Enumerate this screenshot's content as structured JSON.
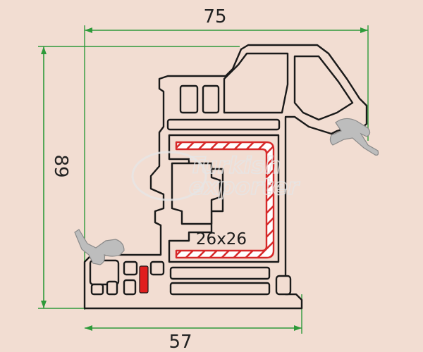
{
  "dimensions": {
    "top_width": "75",
    "bottom_width": "57",
    "height": "89"
  },
  "reinforcement_label": "26x26",
  "watermark": {
    "line1": "Turkish",
    "line2": "exporter"
  },
  "colors": {
    "background": "#f2ddd2",
    "profile_fill": "#f2ddd2",
    "profile_stroke": "#1a1a1a",
    "dimension_line": "#2e9a3a",
    "reinforcement": "#d62828",
    "gasket": "#bdbdbd",
    "watermark": "#e6e6e6"
  }
}
